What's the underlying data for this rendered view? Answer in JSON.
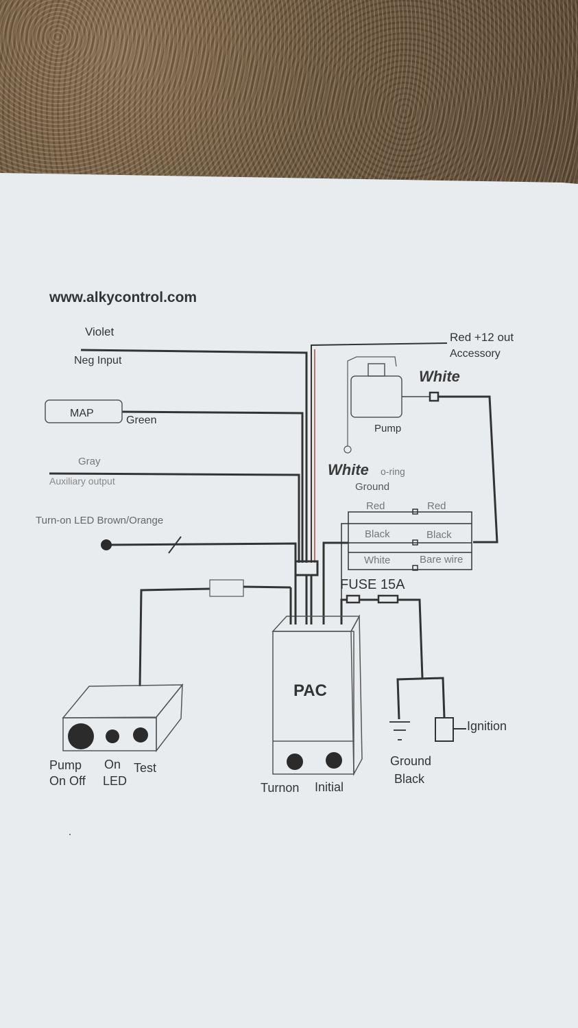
{
  "header": {
    "url": "www.alkycontrol.com"
  },
  "left_wires": {
    "violet": "Violet",
    "neg_input": "Neg Input",
    "map": "MAP",
    "green": "Green",
    "gray": "Gray",
    "aux_output": "Auxiliary output",
    "turn_on_led": "Turn-on LED Brown/Orange"
  },
  "right_top": {
    "red_out": "Red +12 out",
    "accessory": "Accessory",
    "white_top": "White",
    "pump": "Pump",
    "white_mid": "White",
    "oring": "o-ring",
    "ground": "Ground"
  },
  "connector": {
    "red_left": "Red",
    "red_right": "Red",
    "black_left": "Black",
    "black_right": "Black",
    "white_left": "White",
    "bare_wire": "Bare wire"
  },
  "fuse": "FUSE 15A",
  "pac": {
    "label": "PAC",
    "turnon": "Turnon",
    "initial": "Initial"
  },
  "switch_box": {
    "pump": "Pump",
    "on_off": "On  Off",
    "on": "On",
    "led": "LED",
    "test": "Test"
  },
  "power": {
    "ignition": "Ignition",
    "ground": "Ground",
    "black": "Black"
  },
  "colors": {
    "paper": "#e9ecee",
    "ink": "#2c2c2c",
    "red_wire": "#a04a3a"
  }
}
